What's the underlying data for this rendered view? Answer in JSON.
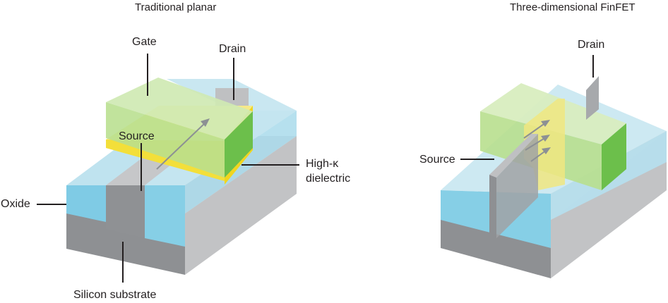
{
  "titles": {
    "planar": "Traditional planar",
    "finfet": "Three-dimensional FinFET"
  },
  "labels": {
    "gate": "Gate",
    "drain_planar": "Drain",
    "source_planar": "Source",
    "high_k_line1": "High-κ",
    "high_k_line2": "dielectric",
    "oxide": "Oxide",
    "silicon_substrate": "Silicon substrate",
    "drain_finfet": "Drain",
    "source_finfet": "Source"
  },
  "colors": {
    "substrate_gray": "#9d9fa2",
    "oxide_blue": "#8fd0e6",
    "gate_green": "#a6d672",
    "high_k_yellow": "#f3df3a",
    "arrow_gray": "#8c9094"
  }
}
